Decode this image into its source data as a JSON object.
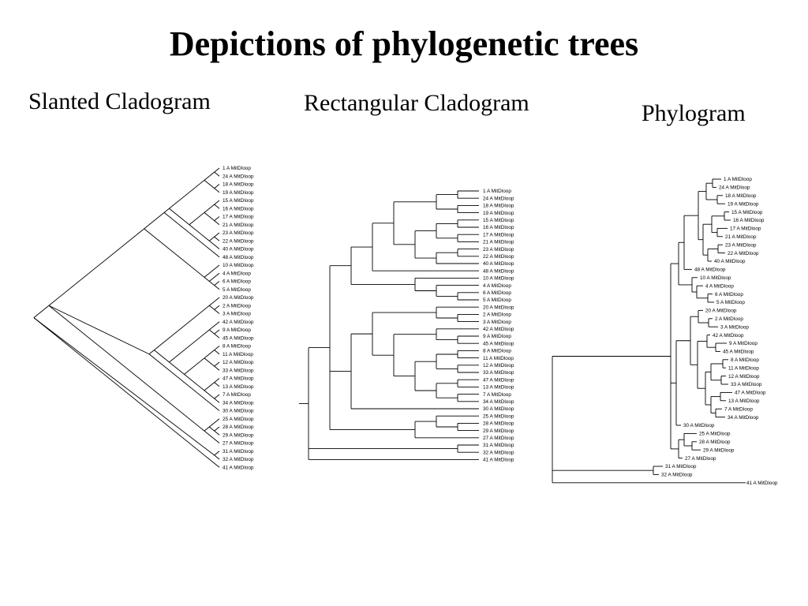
{
  "title": "Depictions of phylogenetic trees",
  "subtitles": {
    "slanted": "Slanted Cladogram",
    "rectangular": "Rectangular Cladogram",
    "phylogram": "Phylogram"
  },
  "cladogram_leaves": [
    "1 A MitDloop",
    "24 A MitDloop",
    "18 A MitDloop",
    "19 A MitDloop",
    "15 A MitDloop",
    "16 A MitDloop",
    "17 A MitDloop",
    "21 A MitDloop",
    "23 A MitDloop",
    "22 A MitDloop",
    "40 A MitDloop",
    "48 A MitDloop",
    "10 A MitDloop",
    "4 A MitDloop",
    "6 A MitDloop",
    "5 A MitDloop",
    "20 A MitDloop",
    "2 A MitDloop",
    "3 A MitDloop",
    "42 A MitDloop",
    "9 A MitDloop",
    "45 A MitDloop",
    "8 A MitDloop",
    "11 A MitDloop",
    "12 A MitDloop",
    "33 A MitDloop",
    "47 A MitDloop",
    "13 A MitDloop",
    "7 A MitDloop",
    "34 A MitDloop",
    "30 A MitDloop",
    "25 A MitDloop",
    "28 A MitDloop",
    "29 A MitDloop",
    "27 A MitDloop",
    "31 A MitDloop",
    "32 A MitDloop",
    "41 A MitDloop"
  ],
  "phylogram_leaves": [
    "1 A MitDloop",
    "24 A MitDloop",
    "18 A MitDloop",
    "19 A MitDloop",
    "15 A MitDloop",
    "16 A MitDloop",
    "17 A MitDloop",
    "21 A MitDloop",
    "23 A MitDloop",
    "22 A MitDloop",
    "40 A MitDloop",
    "48 A MitDloop",
    "10 A MitDloop",
    "4 A MitDloop",
    "6 A MitDloop",
    "5 A MitDloop",
    "20 A MitDloop",
    "2 A MitDloop",
    "3 A MitDloop",
    "42 A MitDloop",
    "9 A MitDloop",
    "45 A MitDloop",
    "8 A MitDloop",
    "11 A MitDloop",
    "12 A MitDloop",
    "33 A MitDloop",
    "47 A MitDloop",
    "13 A MitDloop",
    "7 A MitDloop",
    "34 A MitDloop",
    "30 A MitDloop",
    "25 A MitDloop",
    "28 A MitDloop",
    "29 A MitDloop",
    "27 A MitDloop",
    "31 A MitDloop",
    "32 A MitDloop",
    "41 A MitDloop"
  ],
  "tree_topology": {
    "c": [
      {
        "c": [
          {
            "c": [
              {
                "c": [
                  {
                    "c": [
                      {
                        "c": [
                          {
                            "c": [
                              {
                                "l": 0
                              },
                              {
                                "l": 1
                              }
                            ]
                          },
                          {
                            "c": [
                              {
                                "l": 2
                              },
                              {
                                "l": 3
                              }
                            ]
                          }
                        ]
                      },
                      {
                        "c": [
                          {
                            "c": [
                              {
                                "c": [
                                  {
                                    "l": 4
                                  },
                                  {
                                    "l": 5
                                  }
                                ]
                              },
                              {
                                "c": [
                                  {
                                    "l": 6
                                  },
                                  {
                                    "l": 7
                                  }
                                ]
                              }
                            ]
                          },
                          {
                            "c": [
                              {
                                "c": [
                                  {
                                    "l": 8
                                  },
                                  {
                                    "l": 9
                                  }
                                ]
                              },
                              {
                                "l": 10
                              }
                            ]
                          }
                        ]
                      }
                    ]
                  },
                  {
                    "l": 11
                  }
                ]
              },
              {
                "c": [
                  {
                    "l": 12
                  },
                  {
                    "c": [
                      {
                        "l": 13
                      },
                      {
                        "c": [
                          {
                            "l": 14
                          },
                          {
                            "l": 15
                          }
                        ]
                      }
                    ]
                  }
                ]
              }
            ]
          },
          {
            "c": [
              {
                "c": [
                  {
                    "c": [
                      {
                        "l": 16
                      },
                      {
                        "c": [
                          {
                            "l": 17
                          },
                          {
                            "l": 18
                          }
                        ]
                      }
                    ]
                  },
                  {
                    "c": [
                      {
                        "c": [
                          {
                            "l": 19
                          },
                          {
                            "c": [
                              {
                                "l": 20
                              },
                              {
                                "l": 21
                              }
                            ]
                          }
                        ]
                      },
                      {
                        "c": [
                          {
                            "c": [
                              {
                                "c": [
                                  {
                                    "l": 22
                                  },
                                  {
                                    "l": 23
                                  }
                                ]
                              },
                              {
                                "c": [
                                  {
                                    "l": 24
                                  },
                                  {
                                    "l": 25
                                  }
                                ]
                              }
                            ]
                          },
                          {
                            "c": [
                              {
                                "c": [
                                  {
                                    "l": 26
                                  },
                                  {
                                    "l": 27
                                  }
                                ]
                              },
                              {
                                "c": [
                                  {
                                    "l": 28
                                  },
                                  {
                                    "l": 29
                                  }
                                ]
                              }
                            ]
                          }
                        ]
                      }
                    ]
                  }
                ]
              },
              {
                "l": 30
              }
            ]
          },
          {
            "c": [
              {
                "c": [
                  {
                    "l": 31
                  },
                  {
                    "c": [
                      {
                        "l": 32
                      },
                      {
                        "l": 33
                      }
                    ]
                  }
                ]
              },
              {
                "l": 34
              }
            ]
          }
        ]
      },
      {
        "c": [
          {
            "l": 35
          },
          {
            "l": 36
          }
        ]
      },
      {
        "l": 37
      }
    ]
  }
}
